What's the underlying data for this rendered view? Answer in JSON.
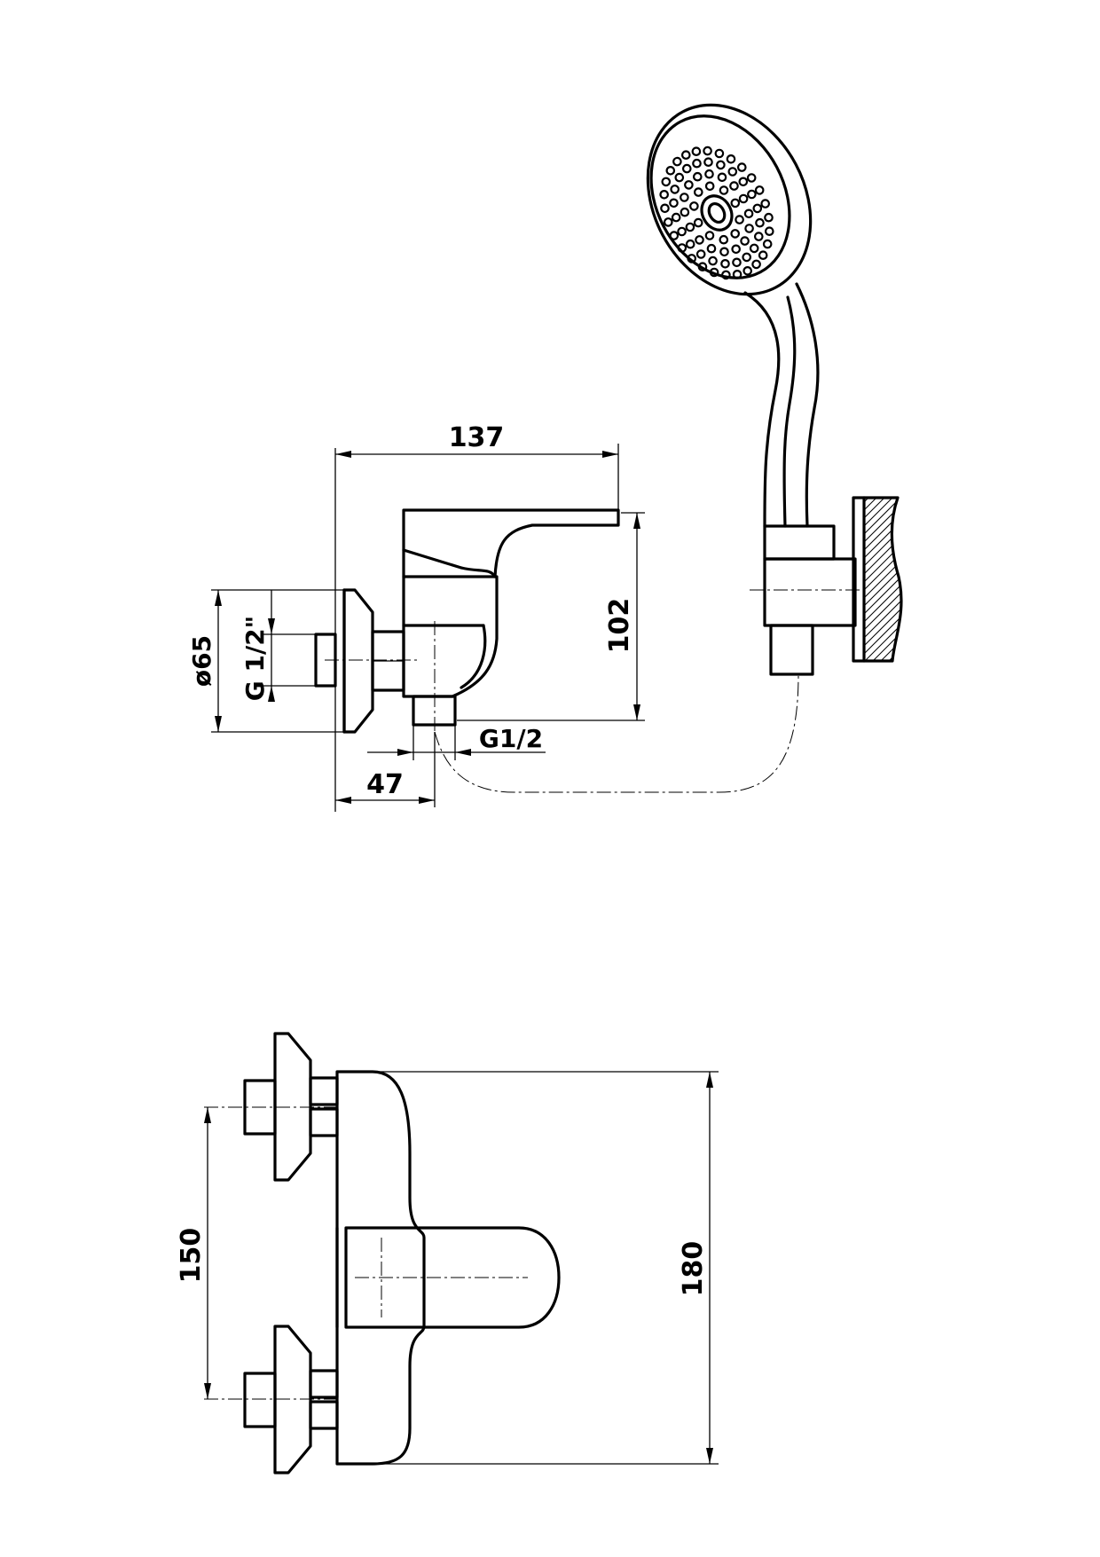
{
  "side_view": {
    "dim_width": "137",
    "dim_height": "102",
    "dim_diameter": "ø65",
    "dim_thread_inlet": "G 1/2\"",
    "dim_thread_outlet": "G1/2",
    "dim_offset": "47"
  },
  "front_view": {
    "dim_center_distance": "150",
    "dim_overall": "180"
  }
}
